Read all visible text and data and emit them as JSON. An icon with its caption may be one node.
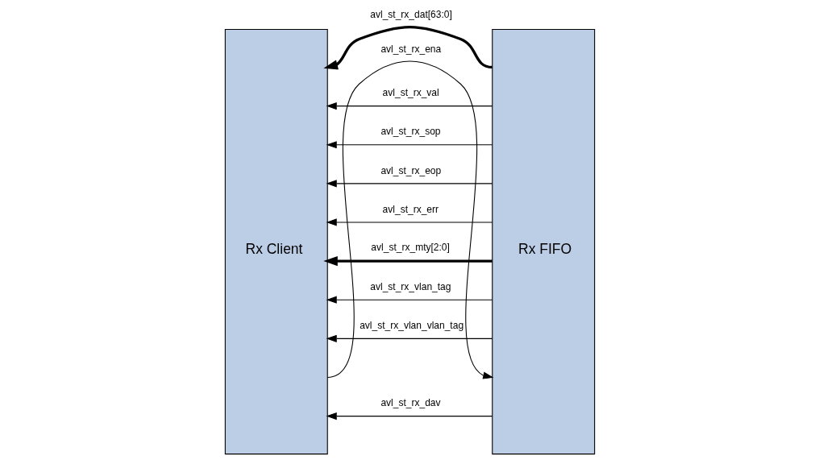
{
  "diagram": {
    "nodes": [
      {
        "text": [
          "Rx Client"
        ]
      },
      {
        "text": [
          "Rx FIFO"
        ]
      }
    ],
    "edges": [
      {
        "from": 1,
        "to": 0,
        "arrow": "to",
        "label": "avl_st_rx_dat[63:0]",
        "style": "thick"
      },
      {
        "from": 1,
        "to": 0,
        "arrow": "to",
        "label": "avl_st_rx_val"
      },
      {
        "from": 1,
        "to": 0,
        "arrow": "to",
        "label": "avl_st_rx_sop"
      },
      {
        "from": 1,
        "to": 0,
        "arrow": "to",
        "label": "avl_st_rx_eop"
      },
      {
        "from": 1,
        "to": 0,
        "arrow": "to",
        "label": "avl_st_rx_err"
      },
      {
        "from": 1,
        "to": 0,
        "arrow": "to",
        "label": "avl_st_rx_mty[2:0]",
        "style": "thick"
      },
      {
        "from": 1,
        "to": 0,
        "arrow": "to",
        "label": "avl_st_rx_vlan_tag"
      },
      {
        "from": 1,
        "to": 0,
        "arrow": "to",
        "label": "avl_st_rx_vlan_vlan_tag"
      },
      {
        "from": 0,
        "to": 1,
        "arrow": "to",
        "label": "avl_st_rx_ena"
      },
      {
        "from": 1,
        "to": 0,
        "arrow": "to",
        "label": "avl_st_rx_dav"
      }
    ]
  }
}
